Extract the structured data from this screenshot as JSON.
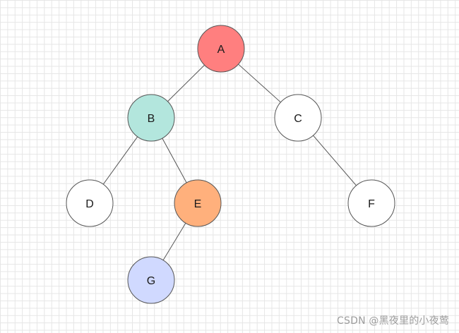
{
  "tree": {
    "nodes": [
      {
        "id": "A",
        "label": "A",
        "fill": "#ff7f7f"
      },
      {
        "id": "B",
        "label": "B",
        "fill": "#b3e6dd"
      },
      {
        "id": "C",
        "label": "C",
        "fill": "#ffffff"
      },
      {
        "id": "D",
        "label": "D",
        "fill": "#ffffff"
      },
      {
        "id": "E",
        "label": "E",
        "fill": "#ffb07c"
      },
      {
        "id": "F",
        "label": "F",
        "fill": "#ffffff"
      },
      {
        "id": "G",
        "label": "G",
        "fill": "#d0d9ff"
      }
    ],
    "edges": [
      {
        "from": "A",
        "to": "B"
      },
      {
        "from": "A",
        "to": "C"
      },
      {
        "from": "B",
        "to": "D"
      },
      {
        "from": "B",
        "to": "E"
      },
      {
        "from": "C",
        "to": "F"
      },
      {
        "from": "E",
        "to": "G"
      }
    ],
    "stroke_color": "#555555",
    "text_color": "#1a1a1a"
  },
  "watermark": {
    "text": "CSDN @黑夜里的小夜莺"
  }
}
